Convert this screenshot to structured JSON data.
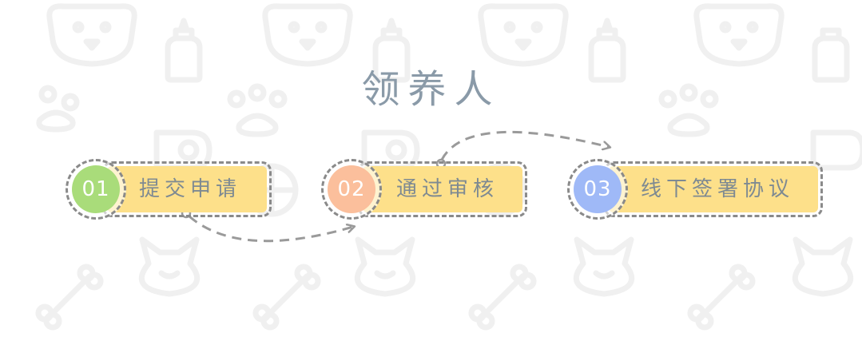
{
  "title": "领养人",
  "steps": [
    {
      "number": "01",
      "label": "提交申请",
      "color": "#a9dc7a"
    },
    {
      "number": "02",
      "label": "通过审核",
      "color": "#fbbf9c"
    },
    {
      "number": "03",
      "label": "线下签署协议",
      "color": "#9fb9f7"
    }
  ],
  "colors": {
    "label_background": "#fde08a",
    "dashed_outline": "#8a8a8a",
    "title_text": "#8a9aa8",
    "label_text": "#7e8a92"
  },
  "background_icons": [
    "dog-face-icon",
    "baby-bottle-icon",
    "paw-print-icon",
    "hair-dryer-icon",
    "ball-icon",
    "cat-face-icon",
    "bone-icon"
  ]
}
